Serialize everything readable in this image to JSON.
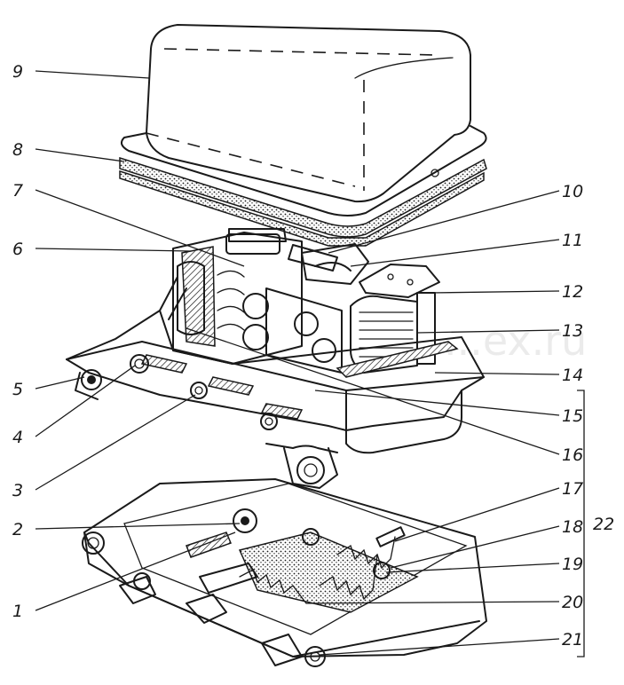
{
  "figure": {
    "subject": "relay-regulator assembly exploded view",
    "watermark": "...ex.ru",
    "labels": [
      "1",
      "2",
      "3",
      "4",
      "5",
      "6",
      "7",
      "8",
      "9",
      "10",
      "11",
      "12",
      "13",
      "14",
      "15",
      "16",
      "17",
      "18",
      "19",
      "20",
      "21",
      "22"
    ]
  },
  "colors": {
    "ink": "#1a1a1a",
    "paper": "#ffffff"
  }
}
